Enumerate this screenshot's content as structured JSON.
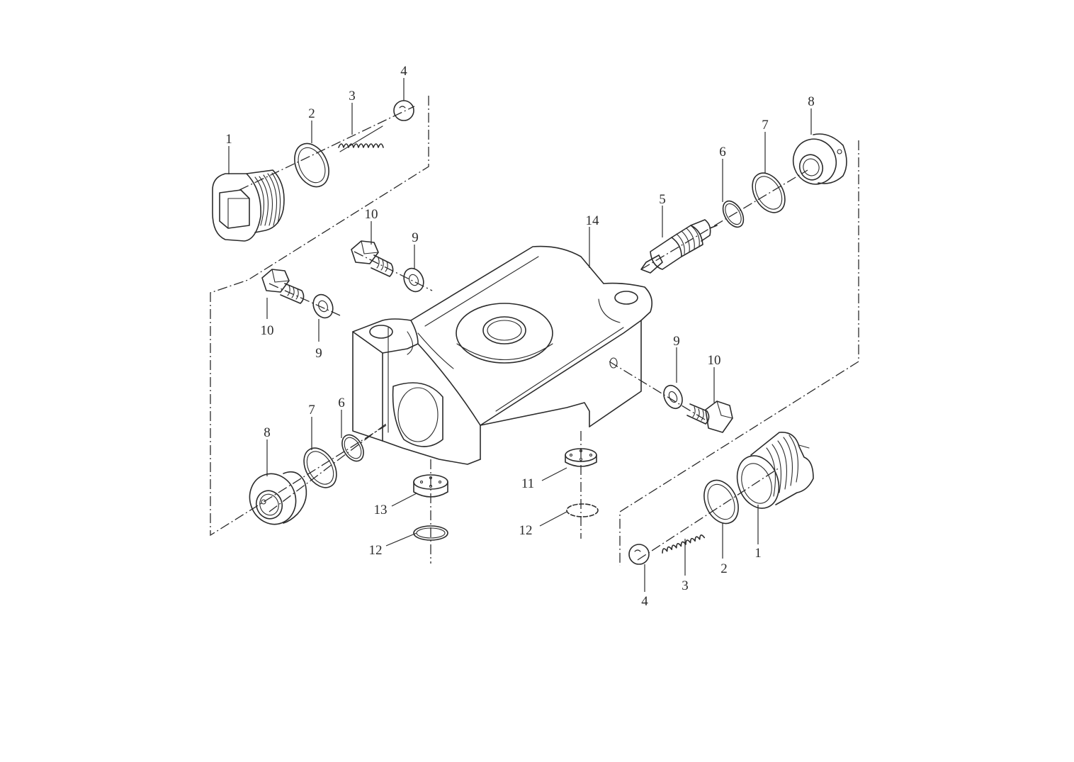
{
  "callouts": [
    {
      "id": "c1a",
      "text": "1"
    },
    {
      "id": "c2a",
      "text": "2"
    },
    {
      "id": "c3a",
      "text": "3"
    },
    {
      "id": "c4a",
      "text": "4"
    },
    {
      "id": "c8a",
      "text": "8"
    },
    {
      "id": "c7a",
      "text": "7"
    },
    {
      "id": "c6a",
      "text": "6"
    },
    {
      "id": "c5",
      "text": "5"
    },
    {
      "id": "c14",
      "text": "14"
    },
    {
      "id": "c10a",
      "text": "10"
    },
    {
      "id": "c9a",
      "text": "9"
    },
    {
      "id": "c10b",
      "text": "10"
    },
    {
      "id": "c9b",
      "text": "9"
    },
    {
      "id": "c9c",
      "text": "9"
    },
    {
      "id": "c10c",
      "text": "10"
    },
    {
      "id": "c8b",
      "text": "8"
    },
    {
      "id": "c7b",
      "text": "7"
    },
    {
      "id": "c6b",
      "text": "6"
    },
    {
      "id": "c11",
      "text": "11"
    },
    {
      "id": "c13",
      "text": "13"
    },
    {
      "id": "c12a",
      "text": "12"
    },
    {
      "id": "c12b",
      "text": "12"
    },
    {
      "id": "c1b",
      "text": "1"
    },
    {
      "id": "c2b",
      "text": "2"
    },
    {
      "id": "c3b",
      "text": "3"
    },
    {
      "id": "c4b",
      "text": "4"
    }
  ],
  "colors": {
    "ink": "#2b2b2b",
    "paper": "#ffffff"
  }
}
